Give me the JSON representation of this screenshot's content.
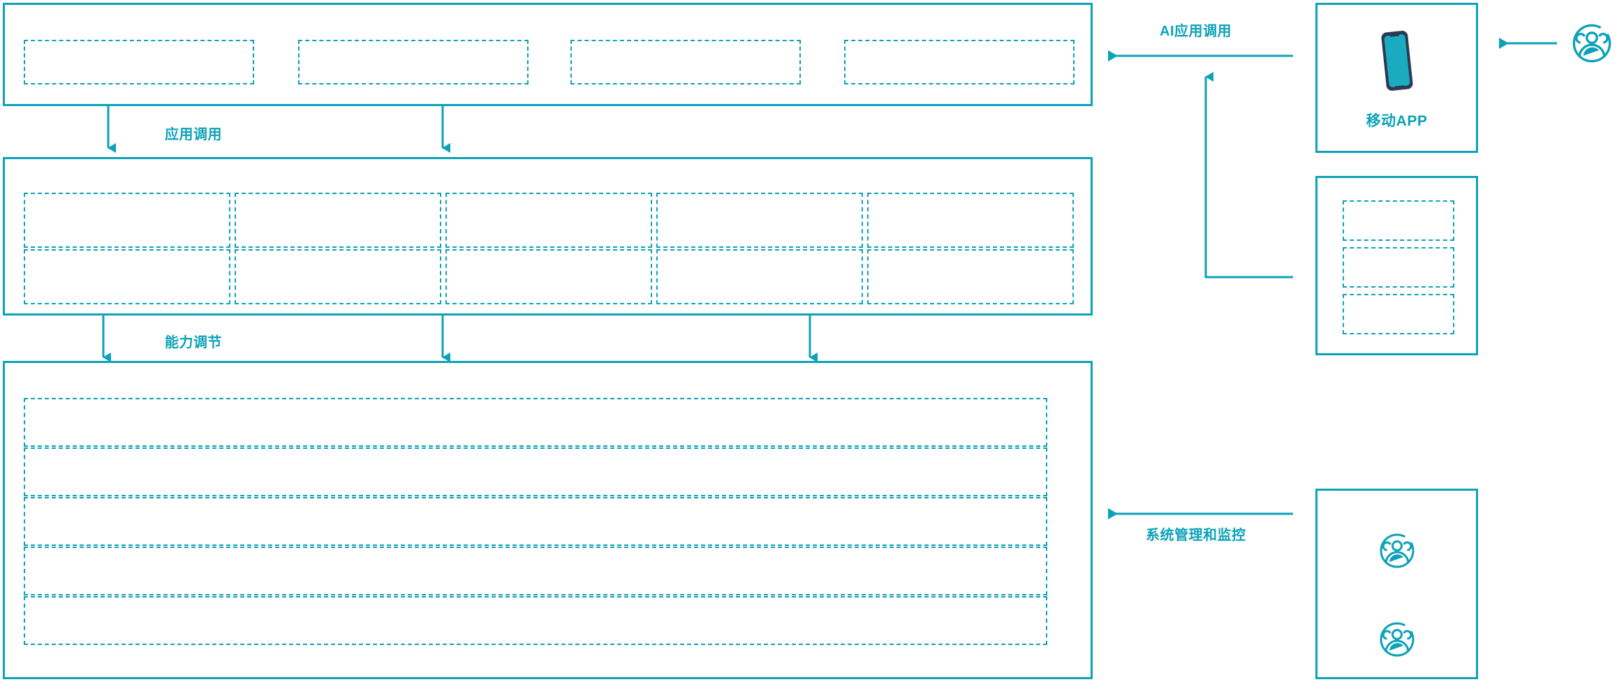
{
  "theme": {
    "accent": "#0CA2B8",
    "phone_frame": "#2B3A52",
    "phone_screen": "#1BABC0",
    "background": "#FFFFFF"
  },
  "diagram": {
    "type": "layered-architecture",
    "title": "",
    "left_stack": {
      "layers": [
        {
          "name": "application-layer",
          "label": "",
          "boxes": [
            {
              "label": ""
            },
            {
              "label": ""
            },
            {
              "label": ""
            },
            {
              "label": ""
            }
          ]
        },
        {
          "name": "capability-layer",
          "label": "",
          "columns": 5,
          "rows": 2,
          "boxes": [
            {
              "label": ""
            },
            {
              "label": ""
            },
            {
              "label": ""
            },
            {
              "label": ""
            },
            {
              "label": ""
            },
            {
              "label": ""
            },
            {
              "label": ""
            },
            {
              "label": ""
            },
            {
              "label": ""
            },
            {
              "label": ""
            }
          ]
        },
        {
          "name": "infrastructure-layer",
          "label": "",
          "boxes": [
            {
              "label": ""
            },
            {
              "label": ""
            },
            {
              "label": ""
            },
            {
              "label": ""
            },
            {
              "label": ""
            }
          ]
        }
      ]
    },
    "connectors": [
      {
        "name": "app-call",
        "label": "应用调用",
        "direction": "down"
      },
      {
        "name": "capability-adjust",
        "label": "能力调节",
        "direction": "down"
      },
      {
        "name": "ai-app-call",
        "label": "AI应用调用",
        "direction": "left"
      },
      {
        "name": "system-admin-monitor",
        "label": "系统管理和监控",
        "direction": "left"
      }
    ],
    "right_column": {
      "cards": [
        {
          "name": "mobile-app-card",
          "label": "移动APP",
          "icon": "smartphone-icon",
          "boxes": []
        },
        {
          "name": "channel-card",
          "label": "",
          "icon": "",
          "boxes": [
            {
              "label": ""
            },
            {
              "label": ""
            },
            {
              "label": ""
            }
          ]
        },
        {
          "name": "operations-card",
          "label": "",
          "icons": [
            "users-group-icon",
            "users-group-icon"
          ],
          "boxes": []
        }
      ],
      "external_actor": {
        "name": "end-user-actor",
        "icon": "users-group-icon",
        "label": ""
      }
    }
  }
}
